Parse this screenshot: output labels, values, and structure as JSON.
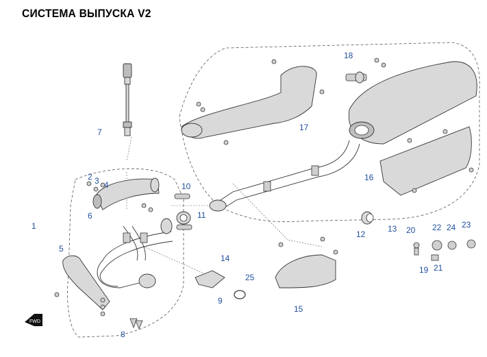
{
  "title": "СИСТЕМА ВЫПУСКА V2",
  "fwd_label": "FWD",
  "callouts": [
    "1",
    "2",
    "3",
    "4",
    "5",
    "6",
    "7",
    "8",
    "9",
    "10",
    "11",
    "12",
    "13",
    "14",
    "15",
    "16",
    "17",
    "18",
    "19",
    "20",
    "21",
    "22",
    "23",
    "24",
    "25"
  ]
}
